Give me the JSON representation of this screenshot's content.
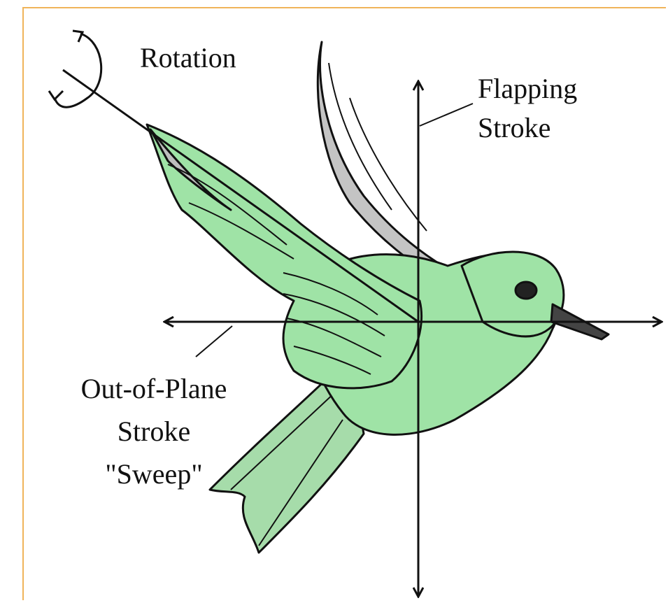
{
  "labels": {
    "rotation": "Rotation",
    "flapping_line1": "Flapping",
    "flapping_line2": "Stroke",
    "sweep_line1": "Out-of-Plane",
    "sweep_line2": "Stroke",
    "sweep_line3": "\"Sweep\""
  },
  "colors": {
    "frame": "#f0b45a",
    "body_green": "#9fe3a6",
    "wing_gray": "#b8b8b8",
    "ink": "#111111"
  },
  "icons": [
    "rotation-arrow-icon",
    "bird-illustration"
  ]
}
